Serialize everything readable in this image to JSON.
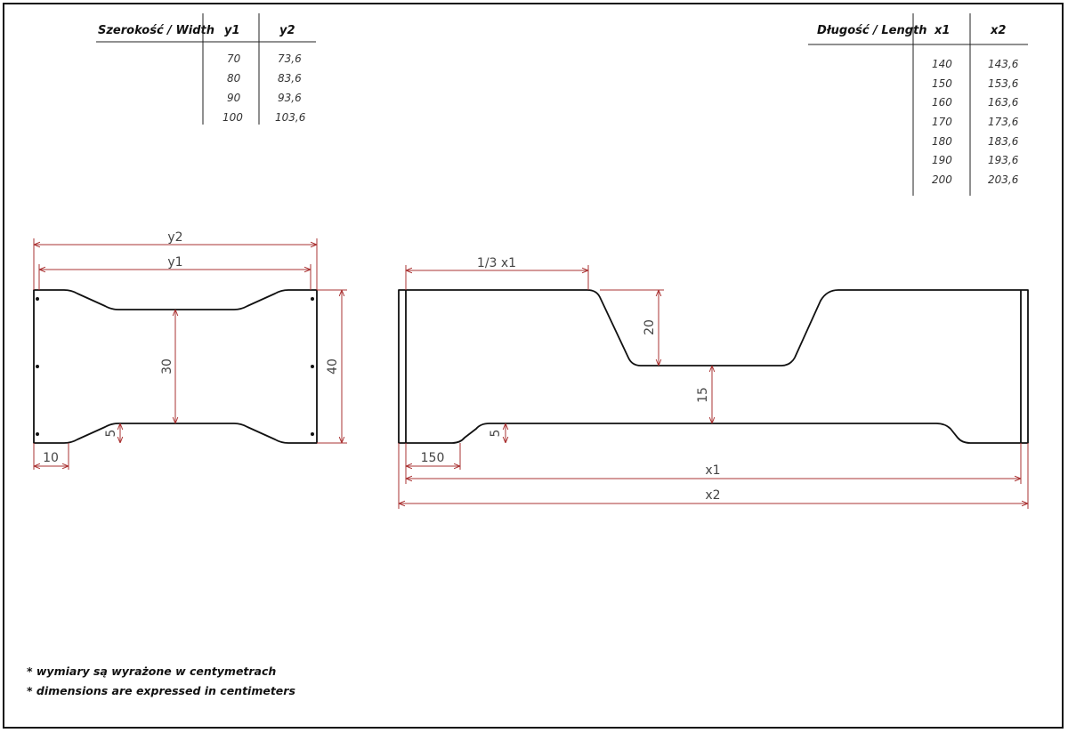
{
  "width_table": {
    "header": "Szerokość / Width",
    "col1": "y1",
    "col2": "y2",
    "rows": [
      [
        "70",
        "73,6"
      ],
      [
        "80",
        "83,6"
      ],
      [
        "90",
        "93,6"
      ],
      [
        "100",
        "103,6"
      ]
    ]
  },
  "length_table": {
    "header": "Długość / Length",
    "col1": "x1",
    "col2": "x2",
    "rows": [
      [
        "140",
        "143,6"
      ],
      [
        "150",
        "153,6"
      ],
      [
        "160",
        "163,6"
      ],
      [
        "170",
        "173,6"
      ],
      [
        "180",
        "183,6"
      ],
      [
        "190",
        "193,6"
      ],
      [
        "200",
        "203,6"
      ]
    ]
  },
  "side_panel": {
    "dim_y2": "y2",
    "dim_y1": "y1",
    "dim_30": "30",
    "dim_40": "40",
    "dim_5": "5",
    "dim_10": "10"
  },
  "long_panel": {
    "dim_third": "1/3 x1",
    "dim_20": "20",
    "dim_15": "15",
    "dim_5": "5",
    "dim_150": "150",
    "dim_x1": "x1",
    "dim_x2": "x2"
  },
  "notes": [
    "* wymiary są wyrażone w centymetrach",
    "* dimensions are expressed in centimeters"
  ],
  "colors": {
    "dimension_line": "#a33333",
    "outline": "#111111"
  }
}
